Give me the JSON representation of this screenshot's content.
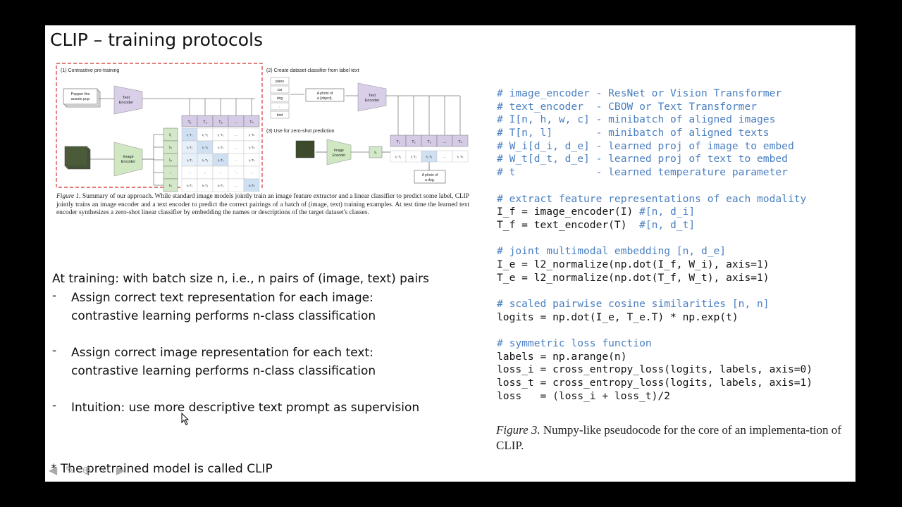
{
  "slide": {
    "title": "CLIP – training protocols"
  },
  "figure1": {
    "panel1_label": "(1) Contrastive pre-training",
    "panel2_label": "(2) Create dataset classifier from label text",
    "panel3_label": "(3) Use for zero-shot prediction",
    "text_input": [
      "Pepper the",
      "aussie pup"
    ],
    "text_encoder": [
      "Text",
      "Encoder"
    ],
    "image_encoder": [
      "Image",
      "Encoder"
    ],
    "t_tokens": [
      "T₁",
      "T₂",
      "T₃",
      "...",
      "Tₙ"
    ],
    "i_tokens": [
      "I₁",
      "I₂",
      "I₃",
      ":",
      "Iₙ"
    ],
    "matrix": [
      [
        "I₁·T₁",
        "I₁·T₂",
        "I₁·T₃",
        "...",
        "I₁·Tₙ"
      ],
      [
        "I₂·T₁",
        "I₂·T₂",
        "I₂·T₃",
        "...",
        "I₂·Tₙ"
      ],
      [
        "I₃·T₁",
        "I₃·T₂",
        "I₃·T₃",
        "...",
        "I₃·Tₙ"
      ],
      [
        ":",
        ":",
        ":",
        "⋱",
        ":"
      ],
      [
        "Iₙ·T₁",
        "Iₙ·T₂",
        "Iₙ·T₃",
        "...",
        "Iₙ·Tₙ"
      ]
    ],
    "labels": [
      "plane",
      "car",
      "dog",
      ":",
      "bird"
    ],
    "prompt_template": [
      "A photo of",
      "a {object}."
    ],
    "zs_row": [
      "I₁·T₁",
      "I₁·T₂",
      "I₁·T₃",
      "...",
      "I₁·Tₙ"
    ],
    "zs_output": [
      "A photo of",
      "a dog."
    ],
    "caption_label": "Figure 1.",
    "caption_text": " Summary of our approach. While standard image models jointly train an image feature extractor and a linear classifier to predict some label, CLIP jointly trains an image encoder and a text encoder to predict the correct pairings of a batch of (image, text) training examples. At test time the learned text encoder synthesizes a zero-shot linear classifier by embedding the names or descriptions of the target dataset's classes."
  },
  "bullets": {
    "lead": "At training: with batch size n, i.e., n pairs of (image, text) pairs",
    "items": [
      {
        "dash": "-",
        "line1": "Assign correct text representation for each image:",
        "line2": "contrastive learning performs n-class classification"
      },
      {
        "dash": "-",
        "line1": "Assign correct image representation for each text:",
        "line2": "contrastive learning performs n-class classification"
      },
      {
        "dash": "-",
        "line1": "Intuition: use more descriptive text prompt as supervision"
      }
    ]
  },
  "footnote": "* The pretrained model is called CLIP",
  "code": {
    "lines": [
      {
        "t": "# image_encoder - ResNet or Vision Transformer",
        "k": "c"
      },
      {
        "t": "# text_encoder  - CBOW or Text Transformer",
        "k": "c"
      },
      {
        "t": "# I[n, h, w, c] - minibatch of aligned images",
        "k": "c"
      },
      {
        "t": "# T[n, l]       - minibatch of aligned texts",
        "k": "c"
      },
      {
        "t": "# W_i[d_i, d_e] - learned proj of image to embed",
        "k": "c"
      },
      {
        "t": "# W_t[d_t, d_e] - learned proj of text to embed",
        "k": "c"
      },
      {
        "t": "# t             - learned temperature parameter",
        "k": "c"
      },
      {
        "t": "",
        "k": ""
      },
      {
        "t": "# extract feature representations of each modality",
        "k": "c"
      },
      {
        "t": "I_f = image_encoder(I) ",
        "k": "",
        "tail": "#[n, d_i]"
      },
      {
        "t": "T_f = text_encoder(T)  ",
        "k": "",
        "tail": "#[n, d_t]"
      },
      {
        "t": "",
        "k": ""
      },
      {
        "t": "# joint multimodal embedding [n, d_e]",
        "k": "c"
      },
      {
        "t": "I_e = l2_normalize(np.dot(I_f, W_i), axis=1)",
        "k": ""
      },
      {
        "t": "T_e = l2_normalize(np.dot(T_f, W_t), axis=1)",
        "k": ""
      },
      {
        "t": "",
        "k": ""
      },
      {
        "t": "# scaled pairwise cosine similarities [n, n]",
        "k": "c"
      },
      {
        "t": "logits = np.dot(I_e, T_e.T) * np.exp(t)",
        "k": ""
      },
      {
        "t": "",
        "k": ""
      },
      {
        "t": "# symmetric loss function",
        "k": "c"
      },
      {
        "t": "labels = np.arange(n)",
        "k": ""
      },
      {
        "t": "loss_i = cross_entropy_loss(logits, labels, axis=0)",
        "k": ""
      },
      {
        "t": "loss_t = cross_entropy_loss(logits, labels, axis=1)",
        "k": ""
      },
      {
        "t": "loss   = (loss_i + loss_t)/2",
        "k": ""
      }
    ]
  },
  "figure3": {
    "label": "Figure 3.",
    "text": " Numpy-like pseudocode for the core of an implementa-tion of CLIP."
  },
  "nav": {
    "icons": [
      "prev-arrow-icon",
      "pen-icon",
      "zoom-icon",
      "menu-icon",
      "next-arrow-icon"
    ],
    "glyphs": [
      "◀",
      "✎",
      "⊕",
      "⋯",
      "▶"
    ]
  },
  "colors": {
    "comment": "#4a7fc1",
    "dashed_border": "#d9534f",
    "encoder_green": "#cfe8c2",
    "encoder_purple": "#d9cfe8",
    "t_cell": "#d6cbe6",
    "i_cell": "#d2e8c8",
    "diag_cell": "#cfe0f2"
  }
}
